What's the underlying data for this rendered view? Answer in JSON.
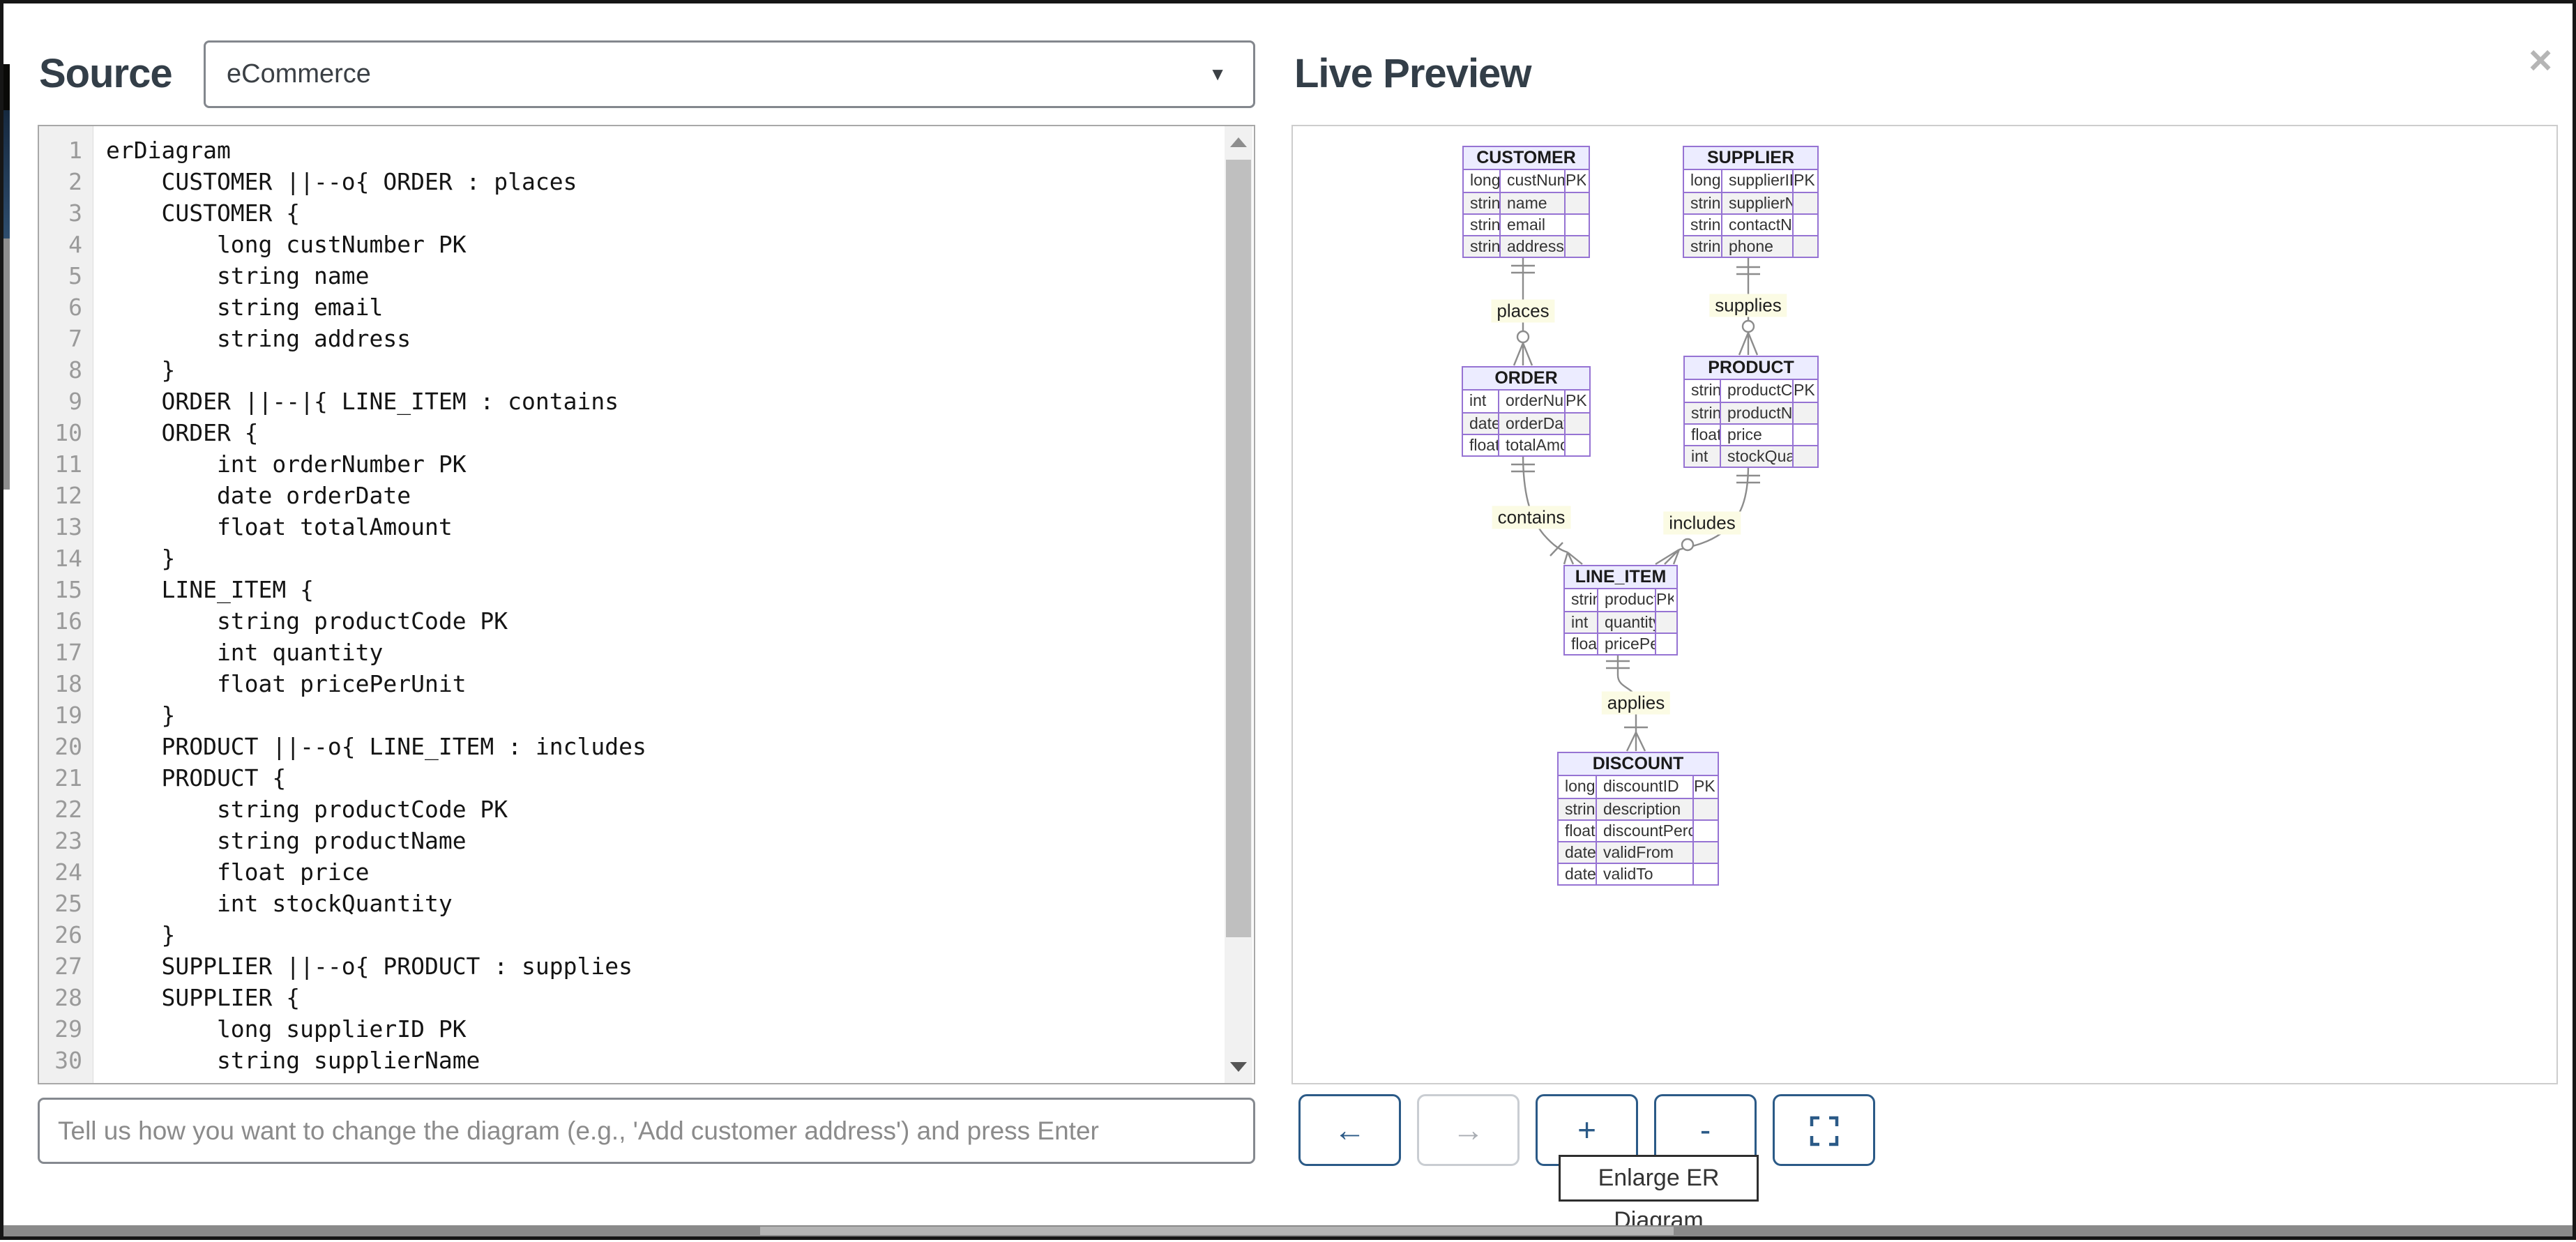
{
  "window": {
    "close_icon": "×"
  },
  "colors": {
    "accent_blue": "#2b5a87",
    "entity_border": "#9673d3",
    "entity_header_bg": "#ececff",
    "row_alt_bg": "#f2f2f2",
    "edge_gray": "#8c8c8c",
    "relationship_label_bg": "#fbfbe4"
  },
  "source_panel": {
    "title": "Source",
    "dropdown": {
      "value": "eCommerce",
      "caret": "▼"
    },
    "editor": {
      "lines": [
        "erDiagram",
        "    CUSTOMER ||--o{ ORDER : places",
        "    CUSTOMER {",
        "        long custNumber PK",
        "        string name",
        "        string email",
        "        string address",
        "    }",
        "    ORDER ||--|{ LINE_ITEM : contains",
        "    ORDER {",
        "        int orderNumber PK",
        "        date orderDate",
        "        float totalAmount",
        "    }",
        "    LINE_ITEM {",
        "        string productCode PK",
        "        int quantity",
        "        float pricePerUnit",
        "    }",
        "    PRODUCT ||--o{ LINE_ITEM : includes",
        "    PRODUCT {",
        "        string productCode PK",
        "        string productName",
        "        float price",
        "        int stockQuantity",
        "    }",
        "    SUPPLIER ||--o{ PRODUCT : supplies",
        "    SUPPLIER {",
        "        long supplierID PK",
        "        string supplierName"
      ]
    },
    "prompt_input": {
      "placeholder": "Tell us how you want to change the diagram (e.g., 'Add customer address') and press Enter"
    }
  },
  "preview_panel": {
    "title": "Live Preview",
    "toolbar": {
      "back_label": "←",
      "forward_label": "→",
      "zoom_in_label": "+",
      "zoom_out_label": "-",
      "enlarge_tooltip": "Enlarge ER Diagram"
    },
    "diagram": {
      "entities": [
        {
          "name": "CUSTOMER",
          "rows": [
            [
              "long",
              "custNumber",
              "PK"
            ],
            [
              "string",
              "name",
              ""
            ],
            [
              "string",
              "email",
              ""
            ],
            [
              "string",
              "address",
              ""
            ]
          ]
        },
        {
          "name": "SUPPLIER",
          "rows": [
            [
              "long",
              "supplierID",
              "PK"
            ],
            [
              "string",
              "supplierName",
              ""
            ],
            [
              "string",
              "contactName",
              ""
            ],
            [
              "string",
              "phone",
              ""
            ]
          ]
        },
        {
          "name": "ORDER",
          "rows": [
            [
              "int",
              "orderNumber",
              "PK"
            ],
            [
              "date",
              "orderDate",
              ""
            ],
            [
              "float",
              "totalAmount",
              ""
            ]
          ]
        },
        {
          "name": "PRODUCT",
          "rows": [
            [
              "string",
              "productCode",
              "PK"
            ],
            [
              "string",
              "productName",
              ""
            ],
            [
              "float",
              "price",
              ""
            ],
            [
              "int",
              "stockQuantity",
              ""
            ]
          ]
        },
        {
          "name": "LINE_ITEM",
          "rows": [
            [
              "string",
              "productCode",
              "PK"
            ],
            [
              "int",
              "quantity",
              ""
            ],
            [
              "float",
              "pricePerUnit",
              ""
            ]
          ]
        },
        {
          "name": "DISCOUNT",
          "rows": [
            [
              "long",
              "discountID",
              "PK"
            ],
            [
              "string",
              "description",
              ""
            ],
            [
              "float",
              "discountPercentage",
              ""
            ],
            [
              "date",
              "validFrom",
              ""
            ],
            [
              "date",
              "validTo",
              ""
            ]
          ]
        }
      ],
      "relationships": [
        "places",
        "supplies",
        "contains",
        "includes",
        "applies"
      ]
    }
  }
}
